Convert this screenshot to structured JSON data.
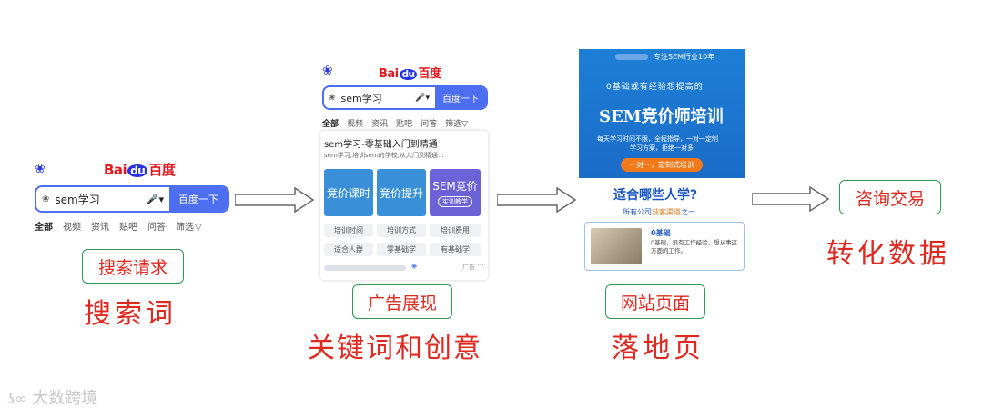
{
  "stage1": {
    "logo_main": "Bai",
    "logo_du": "du",
    "logo_tail": "百度",
    "query": "sem学习",
    "search_button": "百度一下",
    "tabs": [
      "全部",
      "视频",
      "资讯",
      "贴吧",
      "问答",
      "筛选"
    ],
    "box_label": "搜索请求",
    "caption": "搜索词"
  },
  "stage2": {
    "logo_main": "Bai",
    "logo_du": "du",
    "logo_tail": "百度",
    "query": "sem学习",
    "search_button": "百度一下",
    "tabs": [
      "全部",
      "视频",
      "资讯",
      "贴吧",
      "问答",
      "筛选"
    ],
    "ad_title": "sem学习-零基础入门到精通",
    "ad_desc": "sem学习,培训sem的学校,从入门到精通...",
    "tiles": [
      "竞价课时",
      "竞价提升",
      "SEM竞价"
    ],
    "tile_badge": "实训教学",
    "chips": [
      "培训时间",
      "培训方式",
      "培训费用",
      "适合人群",
      "零基础学",
      "有基础学"
    ],
    "ad_mark": "广告",
    "box_label": "广告展现",
    "caption": "关键词和创意"
  },
  "stage3": {
    "banner_top": "专注SEM行业10年",
    "banner_line": "0基础或有经验想提高的",
    "banner_title": "SEM竞价师培训",
    "banner_desc1": "每天学习时间不限，全程指导，一对一定制",
    "banner_desc2": "学习方案，拒绝一对多",
    "banner_button": "一对一，定制式培训",
    "question": "适合哪些人学?",
    "sub_prefix": "所有公司",
    "sub_highlight": "获客渠道",
    "sub_suffix": "之一",
    "card_title": "0基础",
    "card_desc": "0基础，没有工作经验，想从事这方面的工作。",
    "box_label": "网站页面",
    "caption": "落地页"
  },
  "stage4": {
    "box_label": "咨询交易",
    "caption": "转化数据"
  },
  "watermark": "大数跨境",
  "colors": {
    "accent_red": "#e0281f",
    "box_green": "#2e9a56",
    "baidu_blue": "#4e6ef2"
  }
}
